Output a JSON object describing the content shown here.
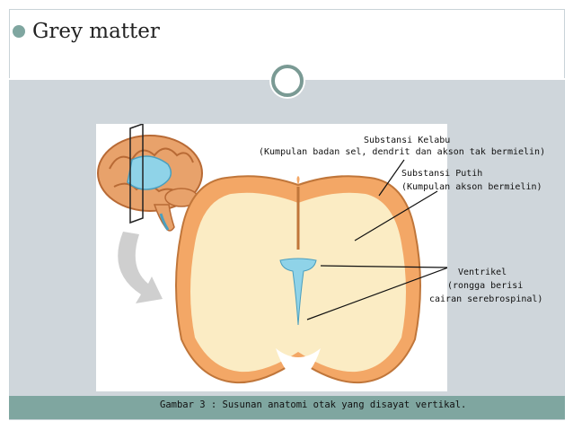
{
  "slide": {
    "title": "Grey matter",
    "accent_color": "#7fa6a0",
    "content_bg": "#cfd6db"
  },
  "figure": {
    "label_grey_title": "Substansi Kelabu",
    "label_grey_desc": "(Kumpulan badan sel, dendrit dan akson tak bermielin)",
    "label_white_title": "Substansi Putih",
    "label_white_desc": "(Kumpulan akson bermielin)",
    "label_ventricle_title": "Ventrikel",
    "label_ventricle_line2": "(rongga berisi",
    "label_ventricle_line3": "cairan serebrospinal)"
  },
  "caption": "Gambar 3 : Susunan anatomi otak yang disayat vertikal.",
  "icons": [
    "bullet-icon",
    "ring-decoration-icon",
    "brain-illustration-icon",
    "arrow-icon"
  ]
}
